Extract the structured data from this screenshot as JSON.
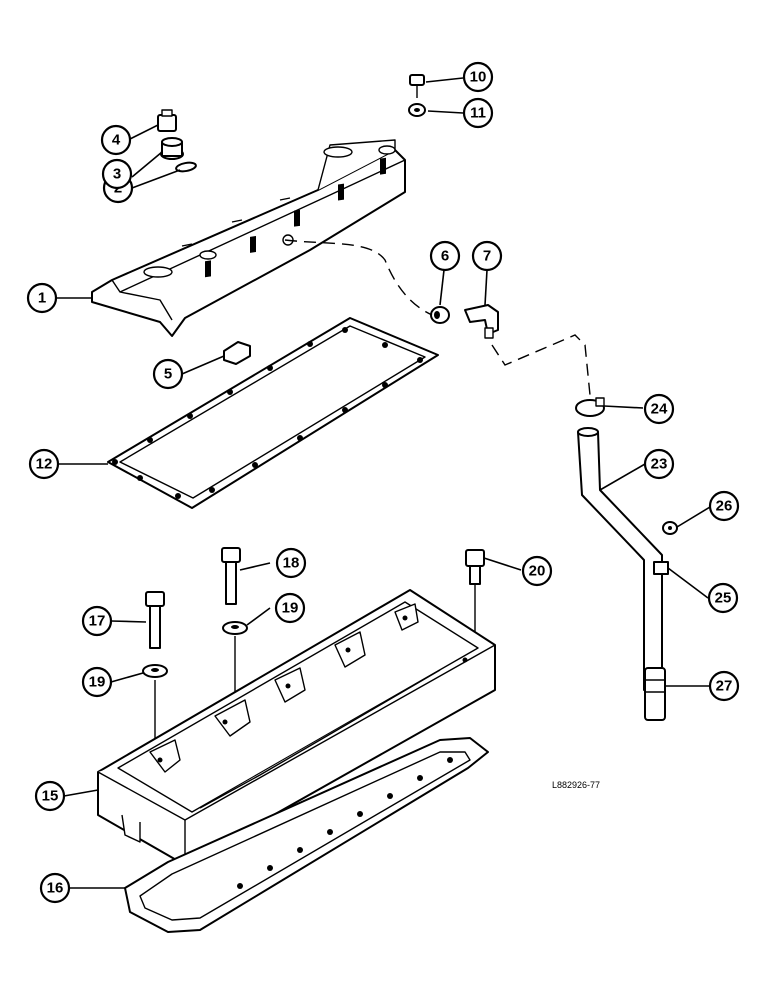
{
  "drawing_ref": "L882926-77",
  "callouts": [
    {
      "id": "c1",
      "label": "1"
    },
    {
      "id": "c2",
      "label": "2"
    },
    {
      "id": "c3",
      "label": "3"
    },
    {
      "id": "c4",
      "label": "4"
    },
    {
      "id": "c5",
      "label": "5"
    },
    {
      "id": "c6",
      "label": "6"
    },
    {
      "id": "c7",
      "label": "7"
    },
    {
      "id": "c10",
      "label": "10"
    },
    {
      "id": "c11",
      "label": "11"
    },
    {
      "id": "c12",
      "label": "12"
    },
    {
      "id": "c15",
      "label": "15"
    },
    {
      "id": "c16",
      "label": "16"
    },
    {
      "id": "c17",
      "label": "17"
    },
    {
      "id": "c18",
      "label": "18"
    },
    {
      "id": "c19a",
      "label": "19"
    },
    {
      "id": "c19b",
      "label": "19"
    },
    {
      "id": "c20",
      "label": "20"
    },
    {
      "id": "c23",
      "label": "23"
    },
    {
      "id": "c24",
      "label": "24"
    },
    {
      "id": "c25",
      "label": "25"
    },
    {
      "id": "c26",
      "label": "26"
    },
    {
      "id": "c27",
      "label": "27"
    }
  ]
}
